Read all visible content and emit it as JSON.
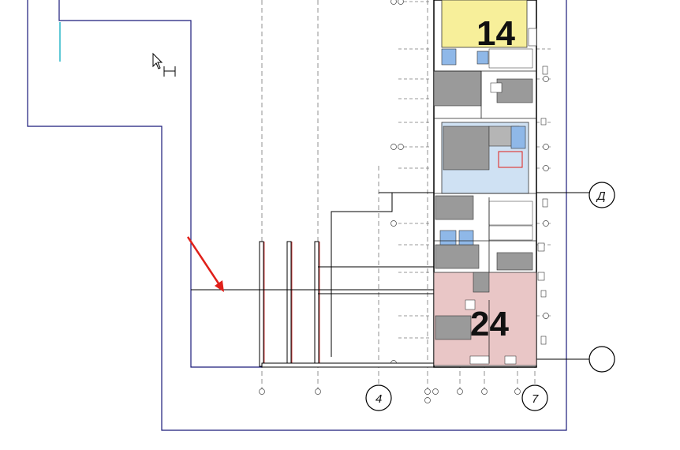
{
  "drawing": {
    "unit_labels": {
      "unit_top": "14",
      "unit_bottom": "24"
    },
    "axis_bubbles": {
      "grid_d": "Д",
      "grid_4": "4",
      "grid_7": "7",
      "grid_blank": ""
    }
  },
  "colors": {
    "unit_14_fill": "#f7ef9a",
    "unit_24_fill": "#e9c6c6",
    "wet_room_fill": "#8fb8e8",
    "light_blue_fill": "#cfe1f3",
    "grey_fill": "#9a9a9a",
    "outline_blue": "#1a1a7a",
    "annotation_red": "#e0201a",
    "cyan_line": "#2ab7c9"
  },
  "icons": {
    "cursor": "arrow-cursor-icon",
    "pointer_arrow": "red-arrow-icon"
  }
}
